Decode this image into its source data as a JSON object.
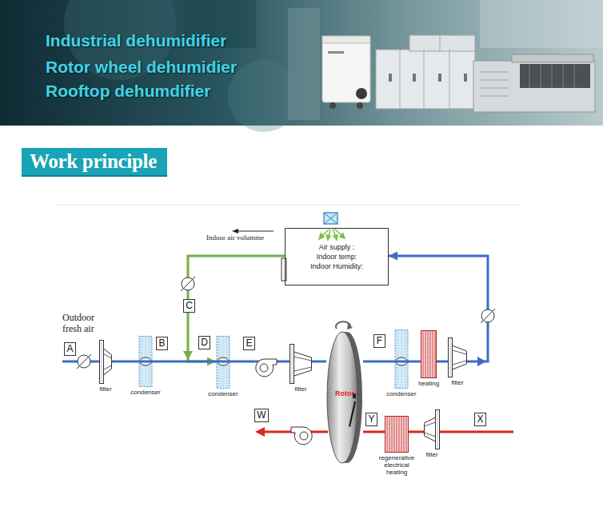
{
  "diagram": {
    "nodes": [
      {
        "text": [
          "Work principle"
        ]
      },
      {
        "text": [
          "Air supply :",
          "Indoor temp:",
          "Indoor Humidity:"
        ]
      },
      {
        "text": [
          "C"
        ]
      },
      {
        "text": [
          "A"
        ]
      },
      {
        "text": [
          "B"
        ]
      },
      {
        "text": [
          "D"
        ]
      },
      {
        "text": [
          "E"
        ]
      },
      {
        "text": [
          "F"
        ]
      },
      {
        "text": [
          "filter"
        ]
      },
      {
        "text": [
          "condenser"
        ]
      },
      {
        "text": [
          "condenser"
        ]
      },
      {
        "text": [
          "filter"
        ]
      },
      {
        "text": [
          "Rotor"
        ]
      },
      {
        "text": [
          "condenser"
        ]
      },
      {
        "text": [
          "heating"
        ]
      },
      {
        "text": [
          "filter"
        ]
      },
      {
        "text": [
          "W"
        ]
      },
      {
        "text": [
          "Y"
        ]
      },
      {
        "text": [
          "X"
        ]
      },
      {
        "text": [
          "regenerative electrical heating"
        ]
      },
      {
        "text": [
          "filter"
        ]
      }
    ],
    "edges": [
      {
        "from": 8,
        "to": 9,
        "arrow": "none"
      },
      {
        "from": 1,
        "to": 10,
        "arrow": "to"
      },
      {
        "from": 9,
        "to": 10,
        "arrow": "none"
      },
      {
        "from": 10,
        "to": 11,
        "arrow": "none"
      },
      {
        "from": 11,
        "to": 12,
        "arrow": "none"
      },
      {
        "from": 12,
        "to": 13,
        "arrow": "none"
      },
      {
        "from": 13,
        "to": 14,
        "arrow": "none"
      },
      {
        "from": 14,
        "to": 15,
        "arrow": "none"
      },
      {
        "from": 15,
        "to": 1,
        "arrow": "to"
      },
      {
        "from": 20,
        "to": 19,
        "arrow": "none"
      },
      {
        "from": 19,
        "to": 12,
        "arrow": "none"
      }
    ],
    "labels": [
      "Industrial dehumidifier",
      "Rotor wheel dehumidier",
      "Rooftop dehumdifier",
      "Indoor air volumme",
      "Outdoor fresh air"
    ]
  }
}
